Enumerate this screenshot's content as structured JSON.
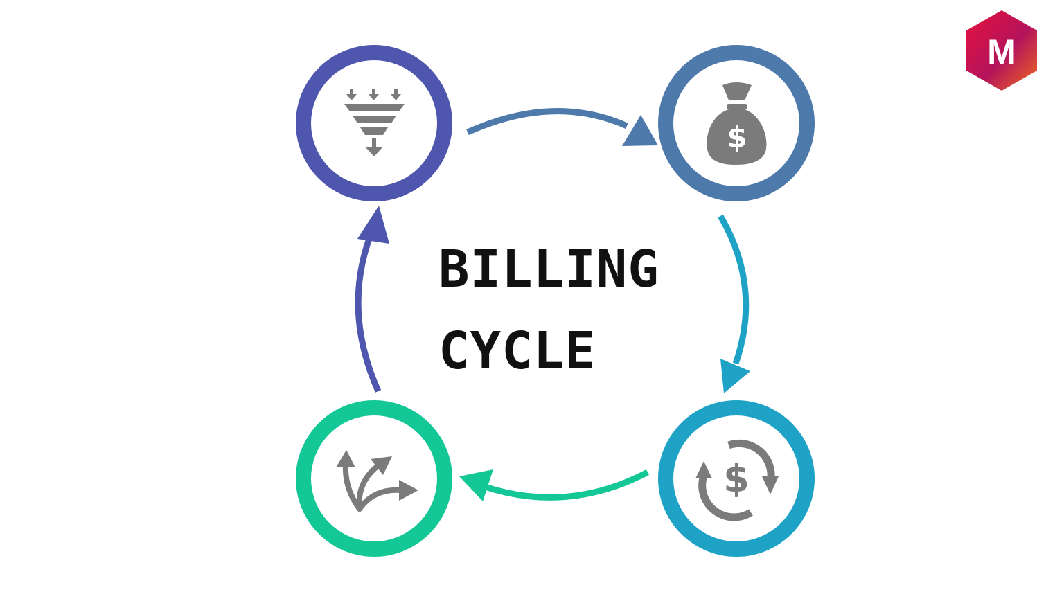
{
  "diagram": {
    "title_line1": "BILLING",
    "title_line2": "CYCLE"
  },
  "logo": {
    "letter": "M",
    "colors": [
      "#e8123c",
      "#b3135c",
      "#f06a1e"
    ]
  },
  "nodes": [
    {
      "position": "top-left",
      "icon": "funnel-icon",
      "ring_color": "#4f56ad"
    },
    {
      "position": "top-right",
      "icon": "money-bag-icon",
      "ring_color": "#4e7aab",
      "icon_text": "$"
    },
    {
      "position": "bottom-right",
      "icon": "dollar-cycle-icon",
      "ring_color": "#1ea3c6",
      "icon_text": "$"
    },
    {
      "position": "bottom-left",
      "icon": "split-arrows-icon",
      "ring_color": "#14c796"
    }
  ],
  "connectors": [
    {
      "from": "top-left",
      "to": "top-right",
      "color": "#4e7aab"
    },
    {
      "from": "top-right",
      "to": "bottom-right",
      "color": "#1ea3c6"
    },
    {
      "from": "bottom-right",
      "to": "bottom-left",
      "color": "#14c796"
    },
    {
      "from": "bottom-left",
      "to": "top-left",
      "color": "#4f56ad"
    }
  ],
  "icon_color": "#7b7b7b"
}
